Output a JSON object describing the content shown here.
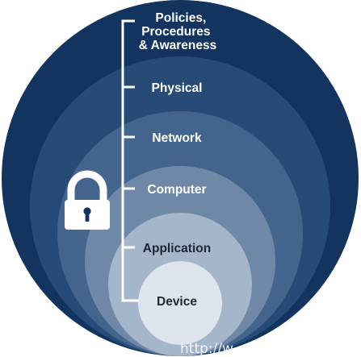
{
  "colors": {
    "ring_policies": "#12345f",
    "ring_physical": "#264b76",
    "ring_network": "#43648c",
    "ring_computer": "#6f88a8",
    "ring_application": "#a6b6ca",
    "ring_device": "#dde4ec",
    "connector": "#ffffff",
    "label_light": "#ffffff",
    "label_dark": "#1c2634",
    "lock": "#ffffff"
  },
  "icons": {
    "lock": "padlock-icon"
  },
  "layers": [
    {
      "key": "policies",
      "lines": [
        "Policies,",
        "Procedures",
        "& Awareness"
      ]
    },
    {
      "key": "physical",
      "lines": [
        "Physical"
      ]
    },
    {
      "key": "network",
      "lines": [
        "Network"
      ]
    },
    {
      "key": "computer",
      "lines": [
        "Computer"
      ]
    },
    {
      "key": "application",
      "lines": [
        "Application"
      ]
    },
    {
      "key": "device",
      "lines": [
        "Device"
      ]
    }
  ],
  "watermark": "http://w"
}
